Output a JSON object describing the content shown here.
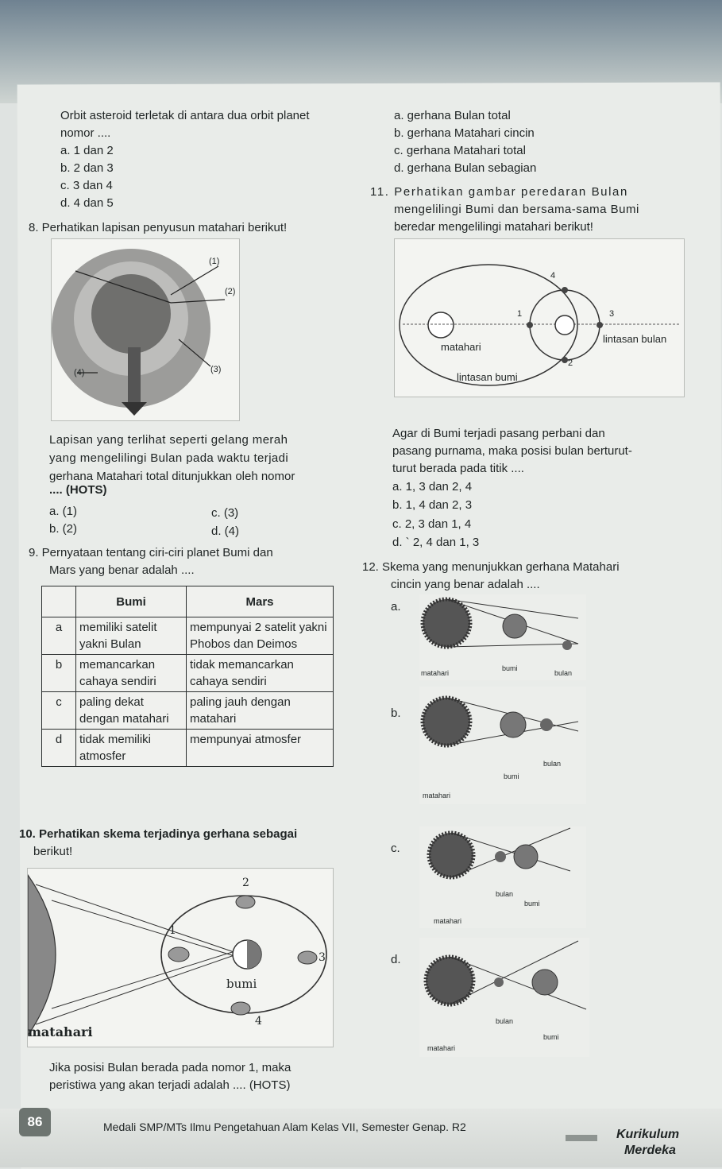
{
  "q7": {
    "stem1": "Orbit asteroid terletak di antara dua orbit planet",
    "stem2": "nomor ....",
    "opts": [
      "a.  1 dan 2",
      "b.  2 dan 3",
      "c.  3 dan 4",
      "d.  4 dan 5"
    ]
  },
  "q10_opts": [
    "a.  gerhana Bulan total",
    "b.  gerhana Matahari cincin",
    "c.  gerhana Matahari total",
    "d.  gerhana Bulan sebagian"
  ],
  "q11": {
    "stem1": "11. Perhatikan gambar peredaran Bulan",
    "stem2": "mengelilingi Bumi dan bersama-sama Bumi",
    "stem3": "beredar mengelilingi matahari berikut!",
    "fig": {
      "n1": "1",
      "n2": "2",
      "n3": "3",
      "n4": "4",
      "matahari": "matahari",
      "lintasan_bulan": "lintasan bulan",
      "lintasan_bumi": "lintasan bumi"
    },
    "q1": "Agar di Bumi terjadi pasang perbani dan",
    "q2": "pasang purnama, maka posisi bulan berturut-",
    "q3": "turut berada pada titik ....",
    "opts": [
      "a.  1, 3 dan 2, 4",
      "b.  1, 4 dan 2, 3",
      "c.  2, 3 dan 1, 4",
      "d. ` 2, 4 dan 1, 3"
    ]
  },
  "q8": {
    "stem": "8.  Perhatikan lapisan penyusun matahari berikut!",
    "fig": {
      "l1": "(1)",
      "l2": "(2)",
      "l3": "(3)",
      "l4": "(4)"
    },
    "t1": "Lapisan yang terlihat seperti gelang merah",
    "t2": "yang mengelilingi Bulan pada waktu terjadi",
    "t3": "gerhana Matahari total ditunjukkan oleh nomor",
    "t4": ".... (HOTS)",
    "opts": [
      "a.  (1)",
      "b.  (2)",
      "c.  (3)",
      "d.  (4)"
    ]
  },
  "q9": {
    "stem1": "9.  Pernyataan tentang ciri-ciri planet Bumi dan",
    "stem2": "Mars yang benar adalah ....",
    "headers": [
      "",
      "Bumi",
      "Mars"
    ],
    "rows": [
      {
        "k": "a",
        "bumi": "memiliki satelit yakni Bulan",
        "mars": "mempunyai 2 satelit yakni Phobos dan Deimos"
      },
      {
        "k": "b",
        "bumi": "memancarkan cahaya sendiri",
        "mars": "tidak memancarkan cahaya sendiri"
      },
      {
        "k": "c",
        "bumi": "paling dekat dengan matahari",
        "mars": "paling jauh dengan matahari"
      },
      {
        "k": "d",
        "bumi": "tidak memiliki atmosfer",
        "mars": "mempunyai atmosfer"
      }
    ]
  },
  "q12": {
    "stem1": "12. Skema yang menunjukkan gerhana Matahari",
    "stem2": "cincin yang benar adalah ....",
    "opts": [
      "a.",
      "b.",
      "c.",
      "d."
    ],
    "labels": {
      "matahari": "matahari",
      "bumi": "bumi",
      "bulan": "bulan"
    }
  },
  "q10b": {
    "stem1": "10. Perhatikan skema terjadinya gerhana sebagai",
    "stem2": "berikut!",
    "fig": {
      "n1": "1",
      "n2": "2",
      "n3": "3",
      "n4": "4",
      "bumi": "bumi",
      "matahari": "matahari"
    },
    "q1": "Jika posisi Bulan berada pada nomor 1, maka",
    "q2": "peristiwa yang akan terjadi adalah .... (HOTS)"
  },
  "footer": {
    "page": "86",
    "text": "Medali SMP/MTs Ilmu Pengetahuan Alam Kelas VII, Semester Genap. R2",
    "kur1": "Kurikulum",
    "kur2": "Merdeka"
  }
}
